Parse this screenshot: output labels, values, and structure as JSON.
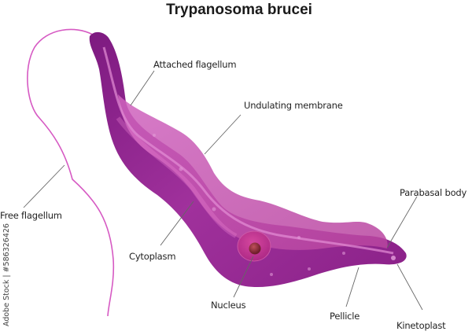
{
  "title": "Trypanosoma brucei",
  "labels": {
    "attached_flagellum": "Attached flagellum",
    "undulating_membrane": "Undulating membrane",
    "free_flagellum": "Free flagellum",
    "cytoplasm": "Cytoplasm",
    "nucleus": "Nucleus",
    "pellicle": "Pellicle",
    "kinetoplast": "Kinetoplast",
    "parabasal_body": "Parabasal body"
  },
  "credit": "Adobe Stock | #586326426",
  "colors": {
    "body_dark": "#8a1f86",
    "body_mid": "#a8329f",
    "membrane": "#c659b8",
    "highlight": "#e07bcf",
    "flagellum": "#d356c0",
    "nucleus_outer": "#c2379a",
    "nucleus_inner": "#8a2a3a",
    "leader_line": "#555555"
  }
}
